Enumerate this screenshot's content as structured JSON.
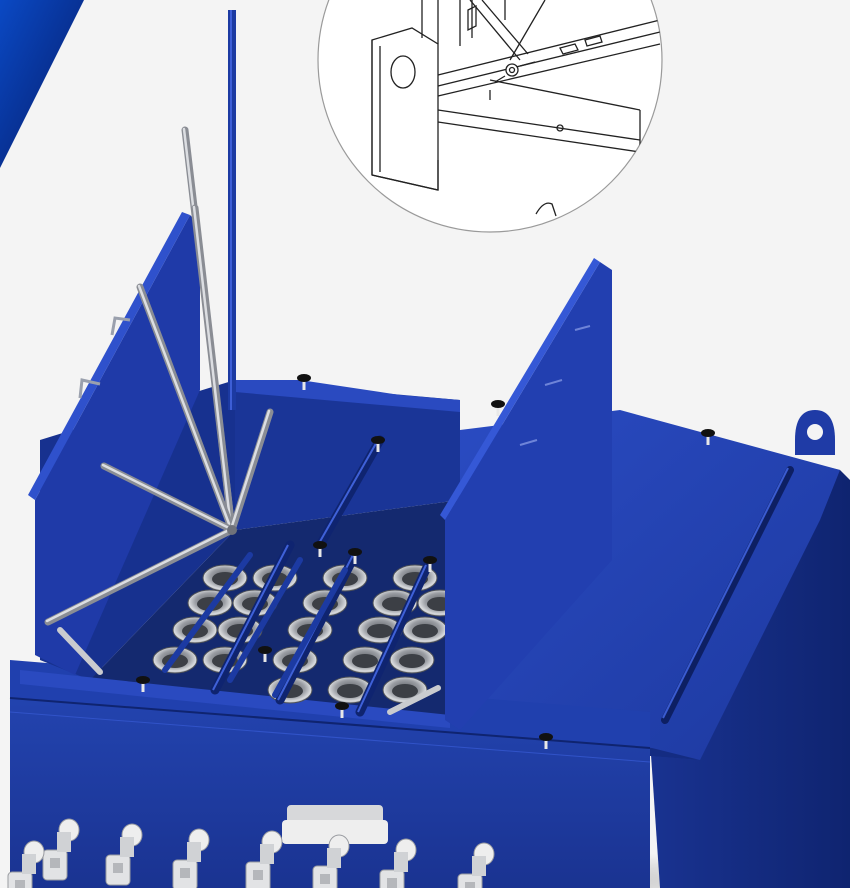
{
  "colors": {
    "background": "#f4f4f4",
    "corner_gradient_start": "#0a49c4",
    "corner_gradient_end": "#061a66",
    "housing_blue": "#1c3a9e",
    "housing_blue_dark": "#0f2470",
    "housing_blue_light": "#2b4cc0",
    "steel": "#b9bcc2",
    "steel_dark": "#7d8088",
    "line_drawing": "#222222"
  },
  "scene": {
    "corner_decoration": "blue-diagonal-banner",
    "detail_callout": "circular-line-drawing-detail",
    "main_subject": "blue-filter-housing-with-open-doors-and-filter-rods",
    "front_fittings_count": 8
  }
}
